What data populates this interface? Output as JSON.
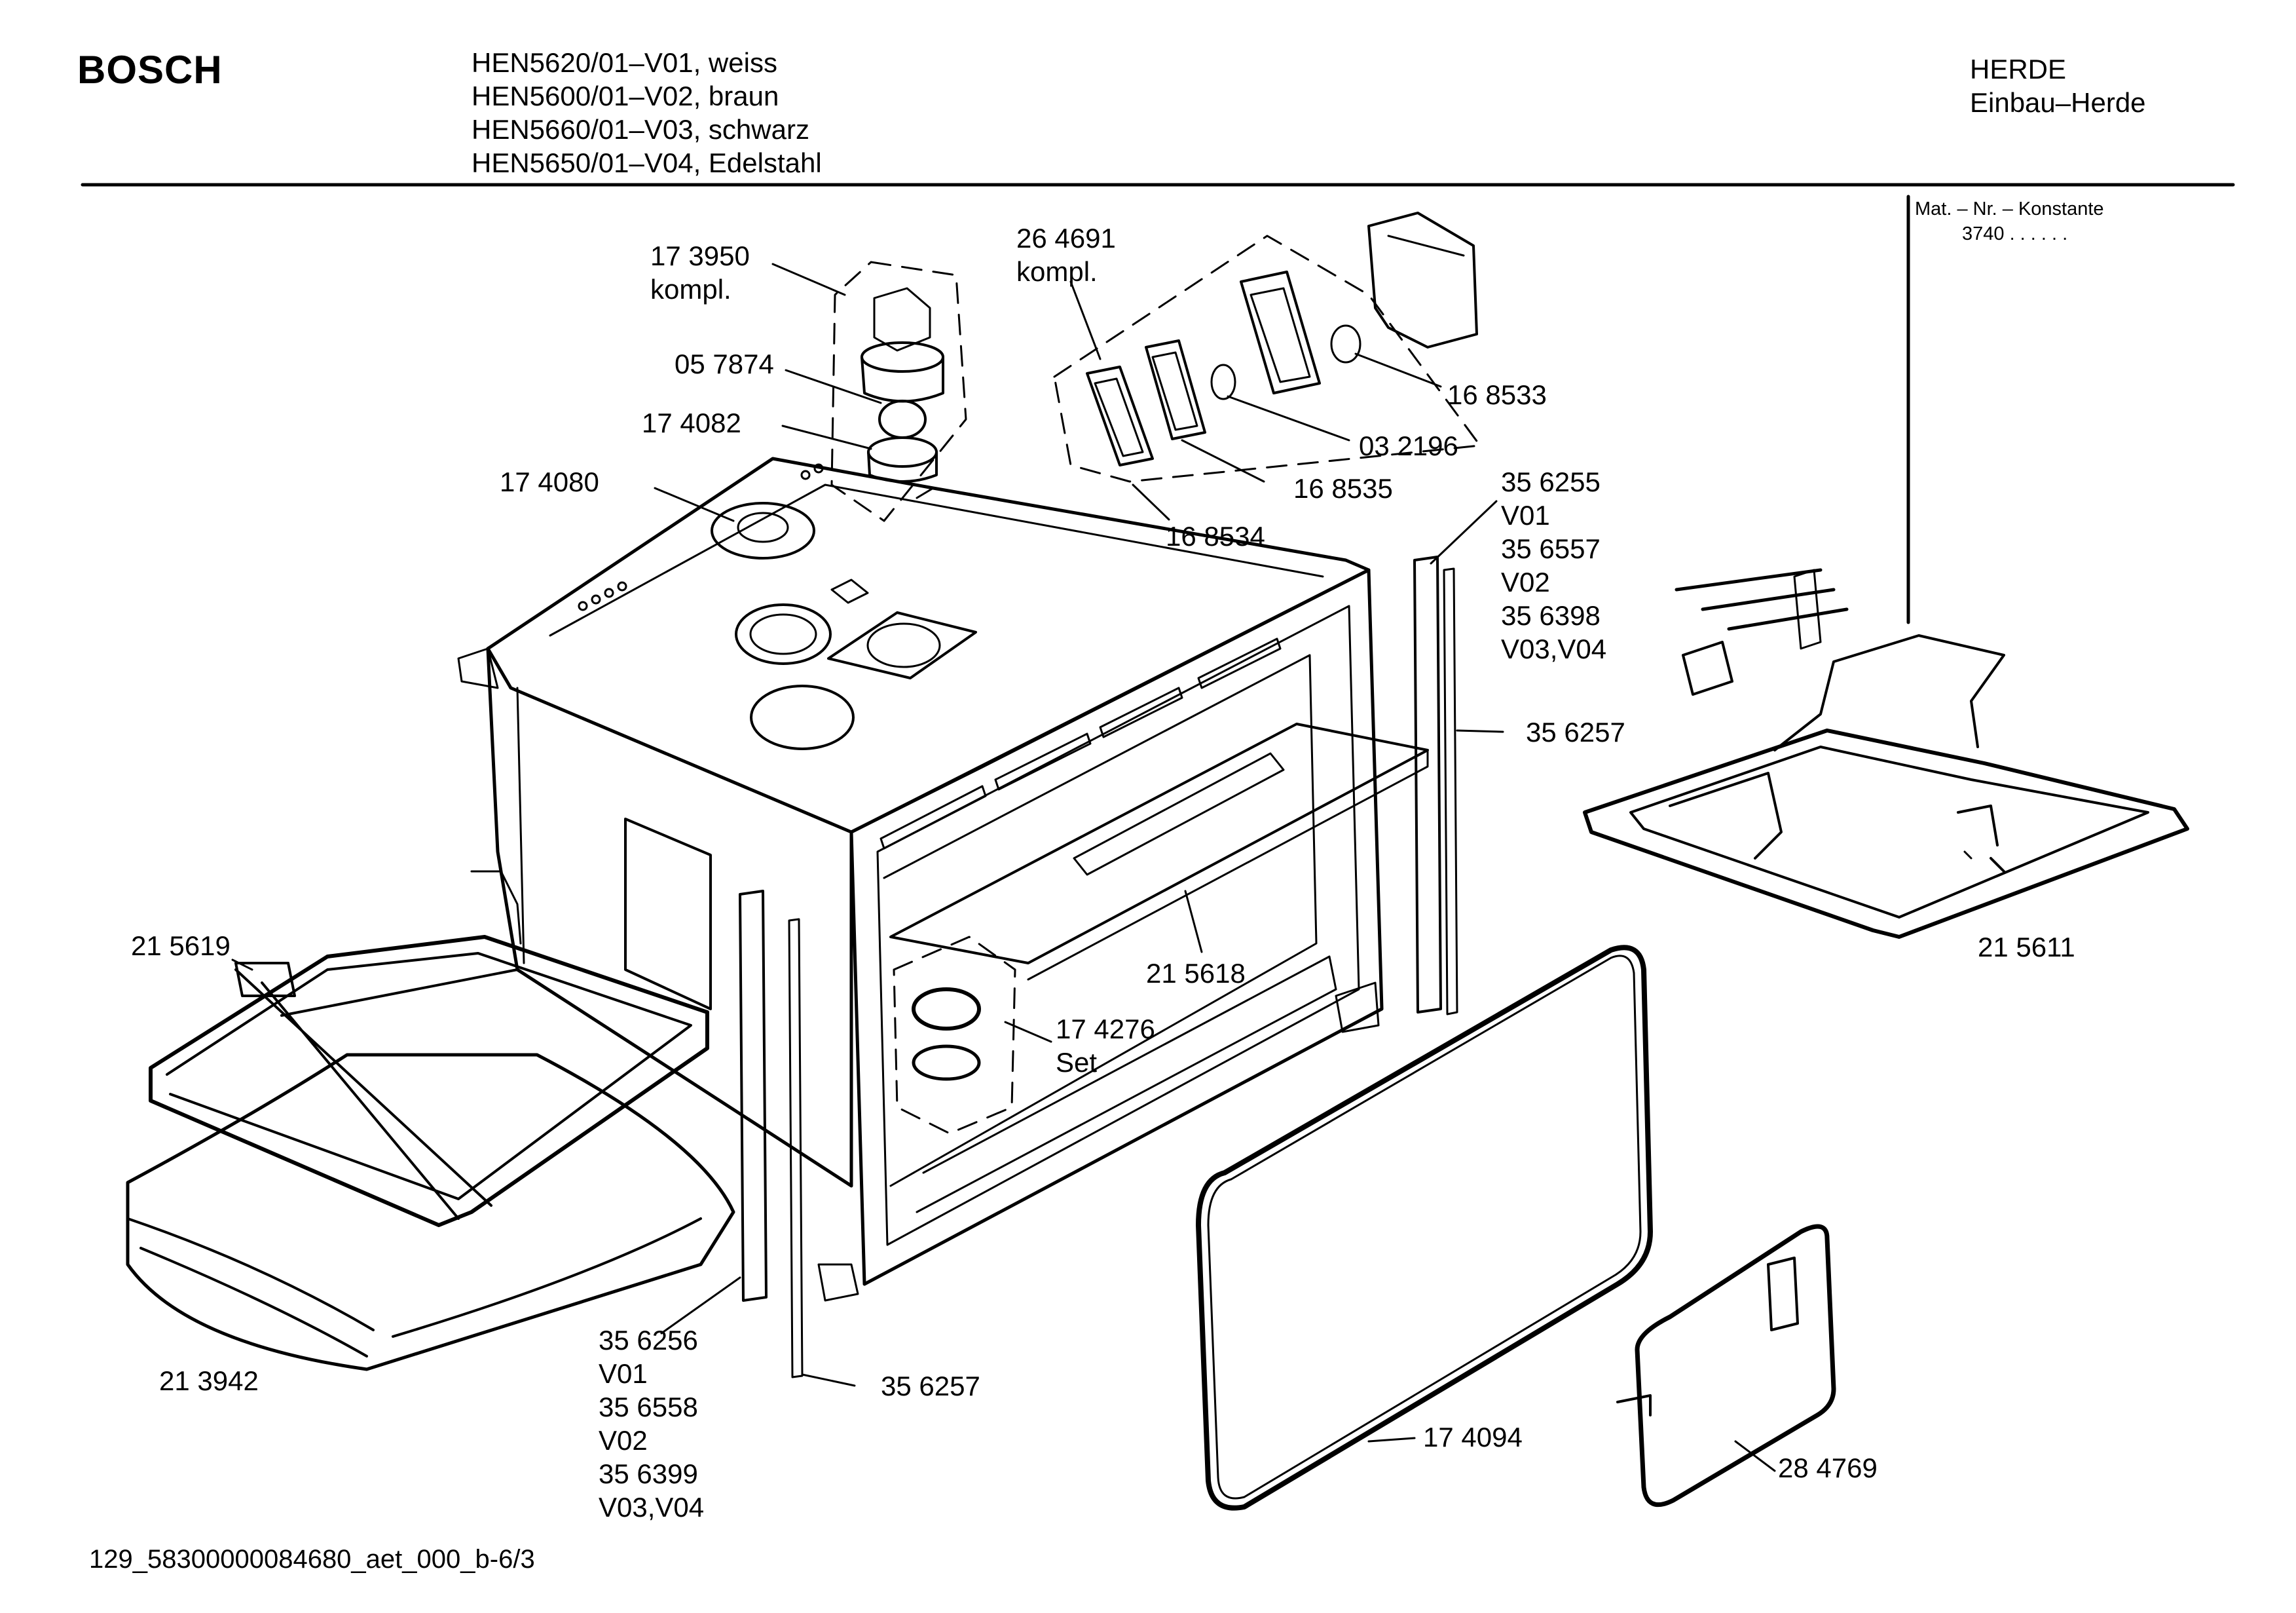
{
  "header": {
    "brand": "BOSCH",
    "models": [
      "HEN5620/01–V01, weiss",
      "HEN5600/01–V02, braun",
      "HEN5660/01–V03, schwarz",
      "HEN5650/01–V04, Edelstahl"
    ],
    "category": "HERDE",
    "subcategory": "Einbau–Herde"
  },
  "material_box": {
    "label": "Mat. – Nr. – Konstante",
    "value": "3740 .  .   .  .  .  ."
  },
  "parts": {
    "p173950": [
      "17 3950",
      "kompl."
    ],
    "p057874": [
      "05 7874"
    ],
    "p174082": [
      "17 4082"
    ],
    "p174080": [
      "17 4080"
    ],
    "p264691": [
      "26 4691",
      "kompl."
    ],
    "p168533": [
      "16 8533"
    ],
    "p032196": [
      "03 2196"
    ],
    "p168535": [
      "16 8535"
    ],
    "p168534": [
      "16 8534"
    ],
    "p356255": [
      "35 6255",
      "V01",
      "35 6557",
      "V02",
      "35 6398",
      "V03,V04"
    ],
    "p356257a": [
      "35 6257"
    ],
    "p215618": [
      "21 5618"
    ],
    "p215611": [
      "21 5611"
    ],
    "p215619": [
      "21 5619"
    ],
    "p174276": [
      "17 4276",
      "Set"
    ],
    "p213942": [
      "21 3942"
    ],
    "p356256": [
      "35 6256",
      "V01",
      "35 6558",
      "V02",
      "35 6399",
      "V03,V04"
    ],
    "p356257b": [
      "35 6257"
    ],
    "p174094": [
      "17 4094"
    ],
    "p284769": [
      "28 4769"
    ]
  },
  "footer": {
    "code": "129_58300000084680_aet_000_b-6/3"
  }
}
